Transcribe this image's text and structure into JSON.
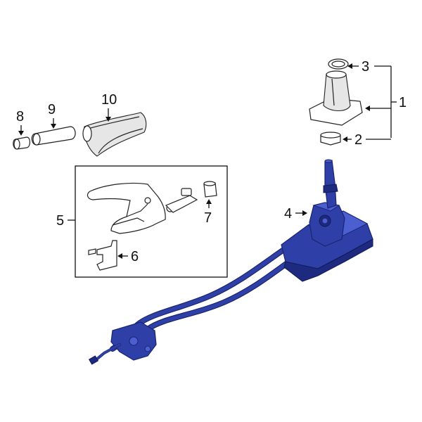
{
  "callouts": {
    "c1": "1",
    "c2": "2",
    "c3": "3",
    "c4": "4",
    "c5": "5",
    "c6": "6",
    "c7": "7",
    "c8": "8",
    "c9": "9",
    "c10": "10"
  },
  "colors": {
    "assembly": "#2e3fa8",
    "outline": "#222222",
    "background": "#ffffff"
  }
}
